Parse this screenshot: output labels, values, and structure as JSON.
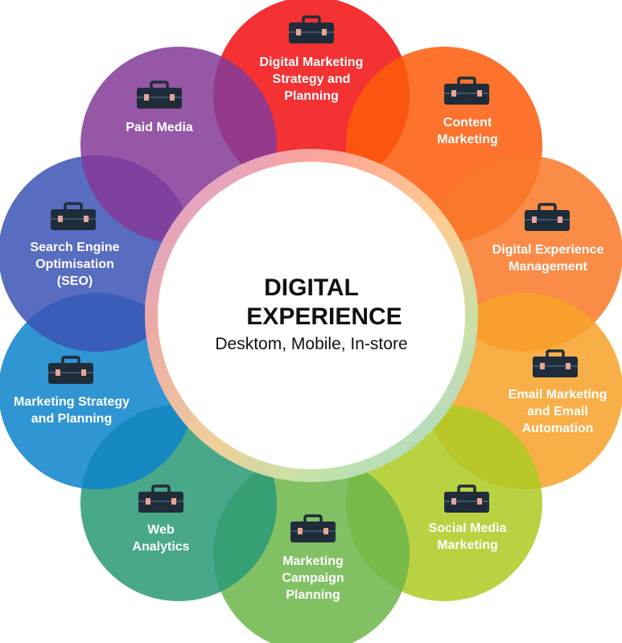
{
  "center": {
    "title_lines": [
      "DIGITAL",
      "EXPERIENCE"
    ],
    "subtitle": "Desktom, Mobile, In-store"
  },
  "petals": [
    {
      "lines": [
        "Digital Marketing",
        "Strategy and",
        "Planning"
      ],
      "color": "#F20F12",
      "icon": "briefcase-icon"
    },
    {
      "lines": [
        "Content",
        "Marketing"
      ],
      "color": "#FD5B09",
      "icon": "briefcase-icon"
    },
    {
      "lines": [
        "Digital Experience",
        "Management"
      ],
      "color": "#F9792A",
      "icon": "briefcase-icon"
    },
    {
      "lines": [
        "Email Marketing",
        "and Email",
        "Automation"
      ],
      "color": "#F8A22A",
      "icon": "briefcase-icon"
    },
    {
      "lines": [
        "Social Media",
        "Marketing"
      ],
      "color": "#AECB22",
      "icon": "briefcase-icon"
    },
    {
      "lines": [
        "Marketing",
        "Campaign",
        "Planning"
      ],
      "color": "#6EB64A",
      "icon": "briefcase-icon"
    },
    {
      "lines": [
        "Web",
        "Analytics"
      ],
      "color": "#2A9A76",
      "icon": "briefcase-icon"
    },
    {
      "lines": [
        "Marketing Strategy",
        "and Planning"
      ],
      "color": "#0E83CC",
      "icon": "briefcase-icon"
    },
    {
      "lines": [
        "Search Engine",
        "Optimisation",
        "(SEO)"
      ],
      "color": "#3D54B6",
      "icon": "briefcase-icon"
    },
    {
      "lines": [
        "Paid Media"
      ],
      "color": "#853B98",
      "icon": "briefcase-icon"
    }
  ],
  "colors": {
    "ring_gradient": [
      "#ff8a8a",
      "#ffc09a",
      "#d8f0a8",
      "#a8e0c8",
      "#a8c8f0",
      "#d0b0e8"
    ],
    "icon_body": "#1f2d3a",
    "icon_accent": "#e8a598"
  }
}
